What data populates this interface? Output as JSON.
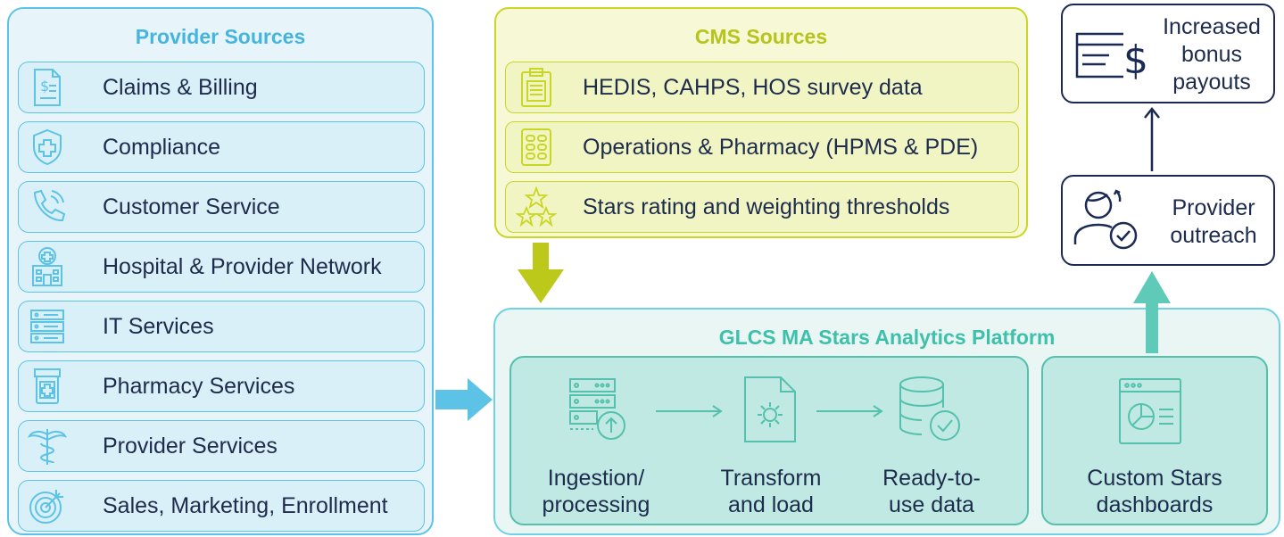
{
  "provider_sources": {
    "title": "Provider Sources",
    "items": [
      {
        "label": "Claims & Billing",
        "icon": "billing-document-icon"
      },
      {
        "label": "Compliance",
        "icon": "shield-cross-icon"
      },
      {
        "label": "Customer Service",
        "icon": "phone-icon"
      },
      {
        "label": "Hospital & Provider Network",
        "icon": "hospital-icon"
      },
      {
        "label": "IT Services",
        "icon": "server-icon"
      },
      {
        "label": "Pharmacy Services",
        "icon": "pill-bottle-icon"
      },
      {
        "label": "Provider Services",
        "icon": "caduceus-icon"
      },
      {
        "label": "Sales, Marketing, Enrollment",
        "icon": "target-icon"
      }
    ]
  },
  "cms_sources": {
    "title": "CMS Sources",
    "items": [
      {
        "label": "HEDIS, CAHPS, HOS survey data",
        "icon": "clipboard-icon"
      },
      {
        "label": "Operations & Pharmacy (HPMS & PDE)",
        "icon": "pills-icon"
      },
      {
        "label": "Stars rating and weighting thresholds",
        "icon": "stars-icon"
      }
    ]
  },
  "platform": {
    "title": "GLCS MA Stars Analytics Platform",
    "steps": [
      {
        "label": [
          "Ingestion/",
          "processing"
        ],
        "icon": "server-upload-icon"
      },
      {
        "label": [
          "Transform",
          "and load"
        ],
        "icon": "document-gear-icon"
      },
      {
        "label": [
          "Ready-to-",
          "use data"
        ],
        "icon": "database-check-icon"
      }
    ],
    "dashboards": {
      "label": [
        "Custom Stars",
        "dashboards"
      ],
      "icon": "dashboard-chart-icon"
    }
  },
  "outreach": {
    "label": [
      "Provider",
      "outreach"
    ],
    "icon": "person-check-icon"
  },
  "bonus": {
    "label": [
      "Increased",
      "bonus",
      "payouts"
    ],
    "icon": "payment-card-dollar-icon"
  },
  "colors": {
    "provider_accent": "#5cc3e6",
    "provider_title": "#45b5e0",
    "cms_accent": "#cad624",
    "cms_title": "#b6c41c",
    "platform_accent": "#55c1ad",
    "platform_title": "#3fc0ab",
    "navy": "#1b2a54"
  }
}
